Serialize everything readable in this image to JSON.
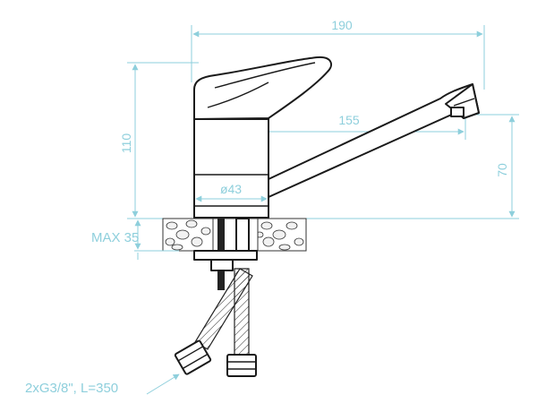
{
  "diagram": {
    "dimensions": {
      "total_width": "190",
      "total_height": "110",
      "spout_reach": "155",
      "spout_height": "70",
      "body_diameter": "ø43",
      "max_counter_thickness": "MAX 35",
      "hoses": "2xG3/8\", L=350"
    },
    "colors": {
      "dimension": "#8ecfdc",
      "outline": "#1a1a1a"
    }
  }
}
